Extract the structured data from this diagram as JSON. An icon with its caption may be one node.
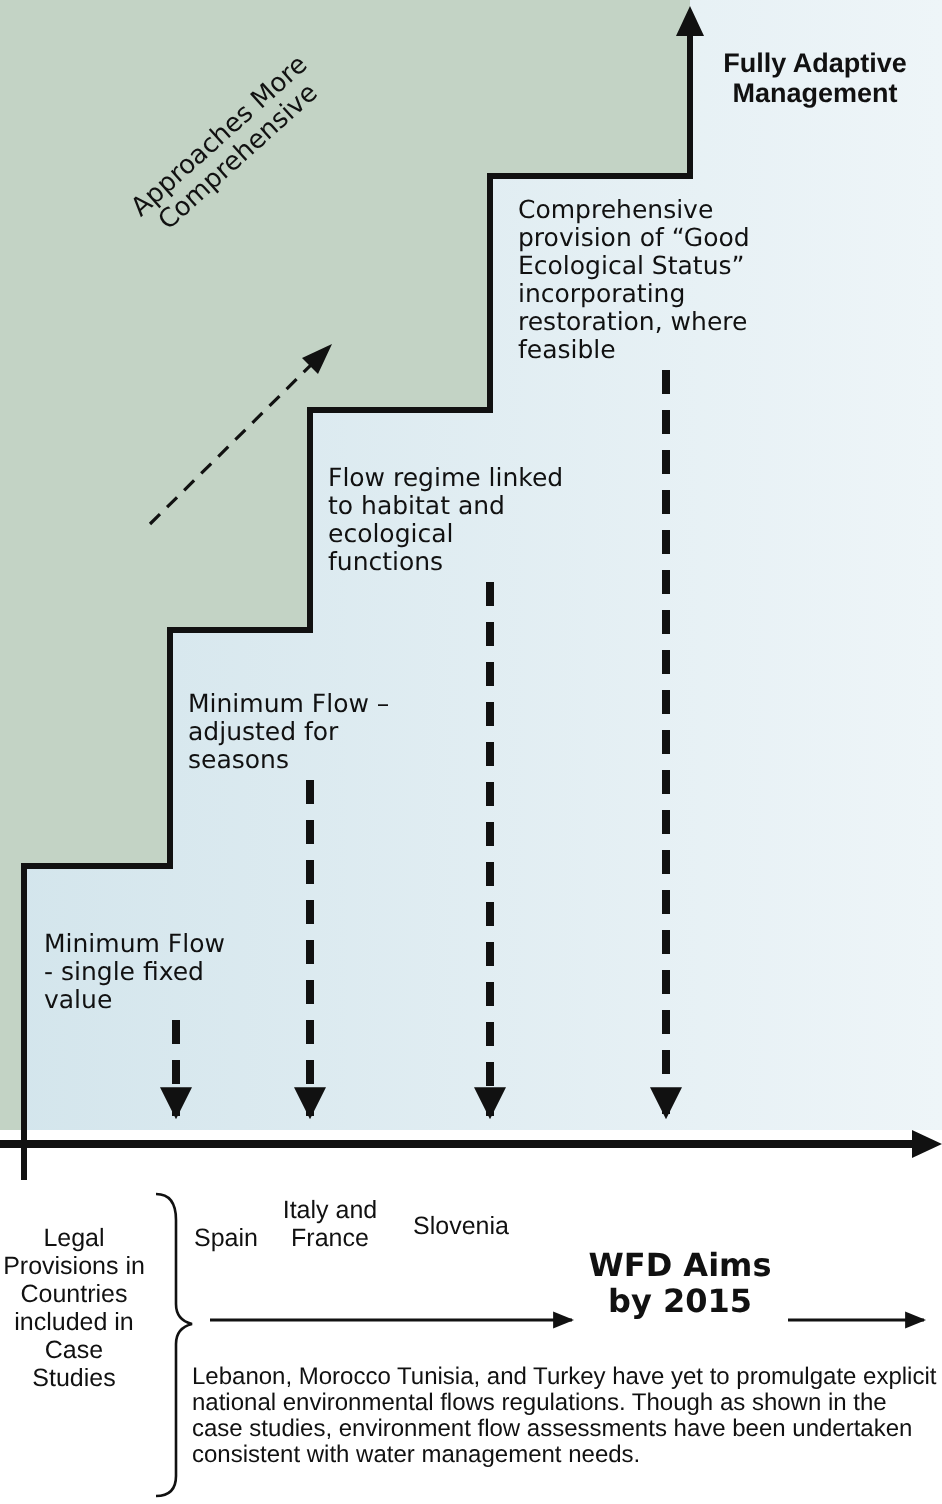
{
  "diagram": {
    "nodes": [
      {
        "text": [
          "Minimum Flow - single fixed value"
        ]
      },
      {
        "text": [
          "Minimum Flow – adjusted for seasons"
        ]
      },
      {
        "text": [
          "Flow regime linked to habitat and ecological functions"
        ]
      },
      {
        "text": [
          "Comprehensive provision of “Good Ecological Status” incorporating restoration, where feasible"
        ]
      },
      {
        "text": [
          "Fully Adaptive Management"
        ]
      },
      {
        "text": [
          "WFD Aims by 2015"
        ]
      }
    ],
    "edges": [
      {
        "from": 0,
        "to": null,
        "arrow": "to",
        "style": "dashed"
      },
      {
        "from": 1,
        "to": null,
        "arrow": "to",
        "style": "dashed"
      },
      {
        "from": 2,
        "to": null,
        "arrow": "to",
        "style": "dashed"
      },
      {
        "from": 3,
        "to": null,
        "arrow": "to",
        "style": "dashed"
      },
      {
        "from": null,
        "to": 5,
        "arrow": "to"
      },
      {
        "from": 5,
        "to": null,
        "arrow": "to"
      }
    ],
    "labels": [
      "Approaches More Comprehensive",
      "Legal Provisions in Countries included in Case Studies",
      "Spain",
      "Italy and France",
      "Slovenia",
      "Lebanon, Morocco Tunisia, and Turkey have yet to promulgate explicit national environmental flows regulations. Though as shown in the case studies, environment flow assessments have been undertaken consistent with water management needs."
    ]
  }
}
